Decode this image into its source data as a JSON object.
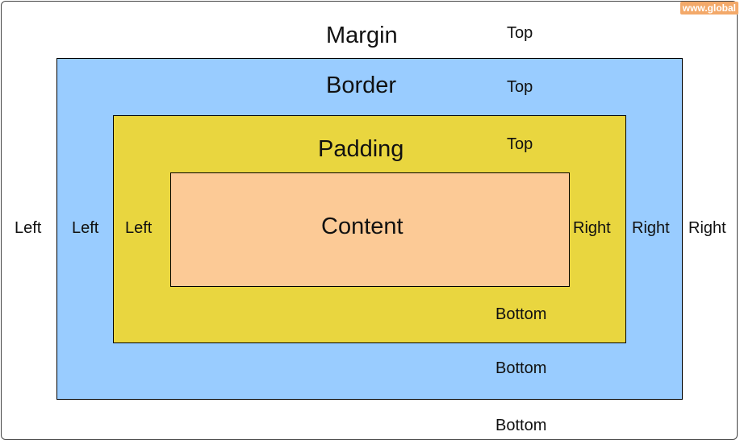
{
  "watermark": "www.global",
  "titles": {
    "margin": "Margin",
    "border": "Border",
    "padding": "Padding",
    "content": "Content"
  },
  "margin": {
    "top": "Top",
    "left": "Left",
    "right": "Right",
    "bottom": "Bottom"
  },
  "border": {
    "top": "Top",
    "left": "Left",
    "right": "Right",
    "bottom": "Bottom"
  },
  "padding": {
    "top": "Top",
    "left": "Left",
    "right": "Right",
    "bottom": "Bottom"
  },
  "colors": {
    "border_area": "#99ccff",
    "padding_area": "#e9d63f",
    "content_area": "#fcca96"
  }
}
